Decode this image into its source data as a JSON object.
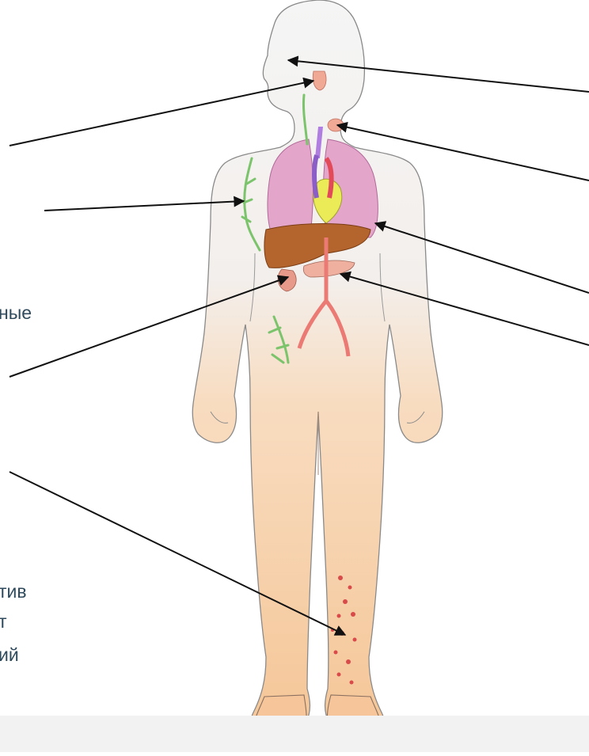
{
  "colors": {
    "body_outline": "#7a7a7a",
    "body_fill_top": "#f4f4f4",
    "body_fill_bottom": "#f6c99d",
    "lungs": "#e4a1c7",
    "liver": "#b0632c",
    "heart": "#e3e34a",
    "lymph": "#7ac36a",
    "vessels": "#e8706b",
    "arrow": "#111111",
    "text": "#2f4a5c",
    "footer_bar": "#f2f2f2"
  },
  "text_fragments": [
    "ные",
    "тив",
    "т",
    "ий"
  ]
}
